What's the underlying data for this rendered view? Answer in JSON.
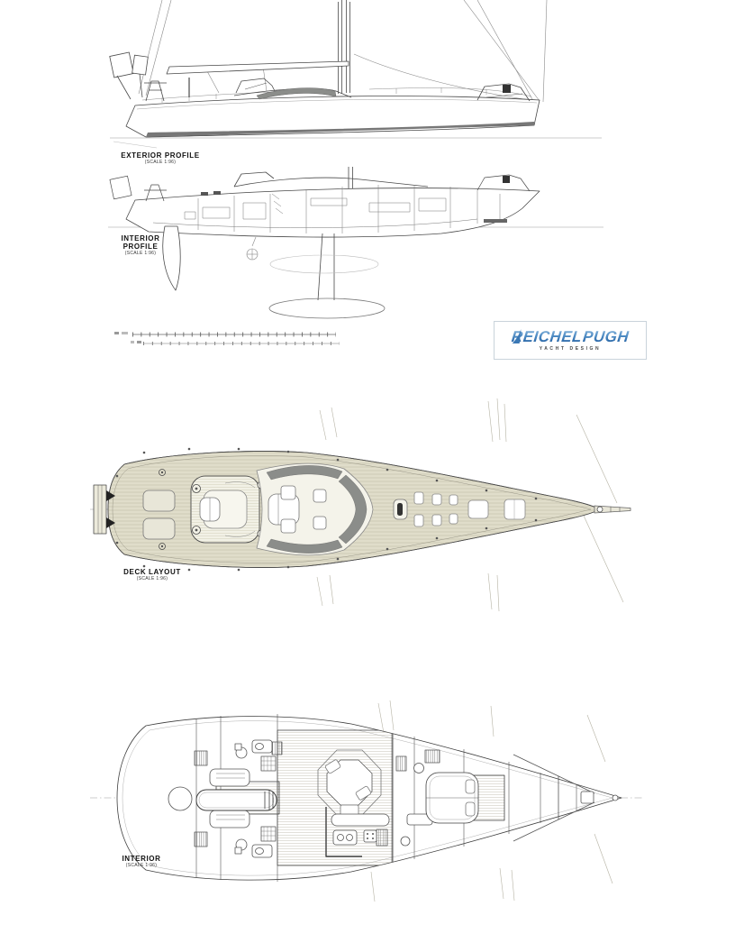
{
  "sheet": {
    "background": "#ffffff"
  },
  "labels": {
    "exterior_profile": {
      "title": "EXTERIOR PROFILE",
      "scale": "(SCALE 1:96)"
    },
    "interior_profile": {
      "title_line1": "INTERIOR",
      "title_line2": "PROFILE",
      "scale": "(SCALE 1:96)"
    },
    "deck_layout": {
      "title": "DECK LAYOUT",
      "scale": "(SCALE 1:96)"
    },
    "interior_plan": {
      "title": "INTERIOR",
      "scale": "(SCALE 1:96)"
    }
  },
  "logo": {
    "brand_left": "REICHEL",
    "brand_right": "PUGH",
    "tagline": "YACHT DESIGN",
    "colors": {
      "gradient_top": "#8cb8dd",
      "gradient_bottom": "#1c5a9e",
      "border": "#c9d3db",
      "tagline_text": "#4a4a4a"
    }
  },
  "drawing_colors": {
    "ink": "#4a4a4a",
    "faint": "#b5b2a3",
    "deck_teak": "#e0ddca",
    "tinted_glass": "#8b8d8a",
    "hull_boot_stripe": "#777777",
    "waterline": "#9a9a9a"
  }
}
